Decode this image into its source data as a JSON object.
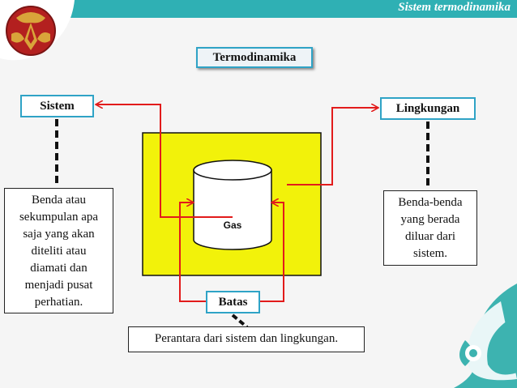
{
  "header": {
    "title": "Sistem termodinamika"
  },
  "diagram": {
    "title": "Termodinamika",
    "sistem": {
      "label": "Sistem",
      "description_lines": [
        "Benda atau",
        "sekumpulan apa",
        "saja yang akan",
        "diteliti atau",
        "diamati dan",
        "menjadi pusat",
        "perhatian."
      ]
    },
    "lingkungan": {
      "label": "Lingkungan",
      "description_lines": [
        "Benda-benda",
        "yang berada",
        "diluar dari",
        "sistem."
      ]
    },
    "batas": {
      "label": "Batas",
      "description": "Perantara dari sistem dan lingkungan."
    },
    "gas_label": "Gas"
  },
  "colors": {
    "header_bar": "#2fb0b4",
    "box_border": "#2fa3c6",
    "environment_fill": "#f2f20a",
    "arrow": "#e21b1b",
    "logo_red": "#b3201f",
    "logo_gold": "#d9a43a",
    "corner_teal": "#3db3b0"
  },
  "icons": {
    "logo": "institution-logo",
    "decoration": "corner-swirl-decoration"
  }
}
